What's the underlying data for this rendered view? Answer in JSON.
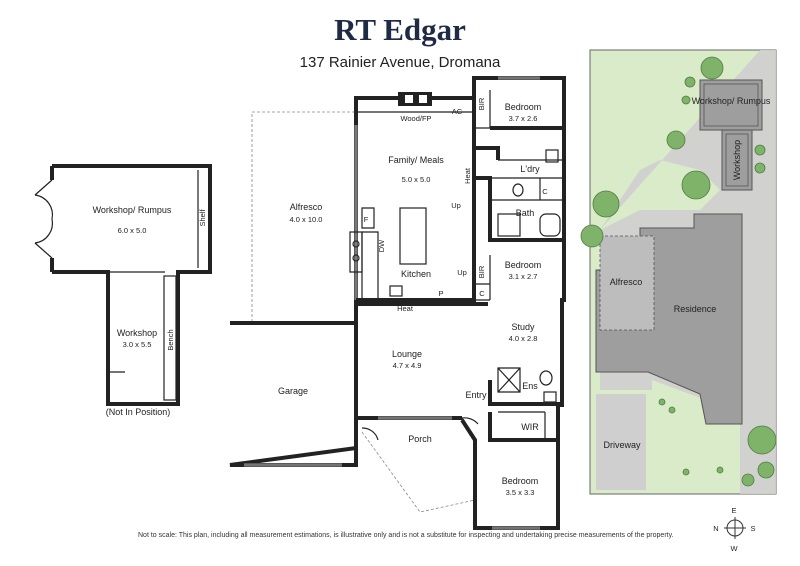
{
  "header": {
    "brand": "RT Edgar",
    "address": "137 Rainier Avenue, Dromana"
  },
  "rooms": {
    "workshop_rumpus": {
      "name": "Workshop/ Rumpus",
      "dims": "6.0 x 5.0"
    },
    "shelf": "Shelf",
    "workshop": {
      "name": "Workshop",
      "dims": "3.0 x 5.5"
    },
    "bench": "Bench",
    "not_in_position": "(Not In Position)",
    "alfresco": {
      "name": "Alfresco",
      "dims": "4.0 x 10.0"
    },
    "garage": {
      "name": "Garage"
    },
    "family_meals": {
      "name": "Family/ Meals",
      "dims": "5.0 x 5.0"
    },
    "wood_fp": "Wood/FP",
    "ac": "AC",
    "heat_top": "Heat",
    "kitchen": {
      "name": "Kitchen"
    },
    "f": "F",
    "dw": "DW",
    "p": "P",
    "heat_bottom": "Heat",
    "up1": "Up",
    "up2": "Up",
    "bir1": "BIR",
    "bir2": "BIR",
    "bedroom1": {
      "name": "Bedroom",
      "dims": "3.7 x 2.6"
    },
    "ldry": "L'dry",
    "c1": "C",
    "c2": "C",
    "bath": "Bath",
    "bedroom2": {
      "name": "Bedroom",
      "dims": "3.1 x 2.7"
    },
    "study": {
      "name": "Study",
      "dims": "4.0 x 2.8"
    },
    "lounge": {
      "name": "Lounge",
      "dims": "4.7 x 4.9"
    },
    "entry": "Entry",
    "ens": "Ens",
    "wir": "WIR",
    "porch": "Porch",
    "bedroom3": {
      "name": "Bedroom",
      "dims": "3.5 x 3.3"
    }
  },
  "site_plan": {
    "workshop_rumpus": "Workshop/ Rumpus",
    "workshop": "Workshop",
    "alfresco": "Alfresco",
    "residence": "Residence",
    "driveway": "Driveway",
    "colors": {
      "lawn": "#d9ebc9",
      "building": "#9e9e9e",
      "paving": "#cfcfcf",
      "tree": "#7fb36a"
    }
  },
  "compass": {
    "n": "N",
    "e": "E",
    "s": "S",
    "w": "W"
  },
  "footer": "Not to scale: This plan, including all measurement estimations, is illustrative only and is not a substitute for inspecting and undertaking precise measurements of the property."
}
